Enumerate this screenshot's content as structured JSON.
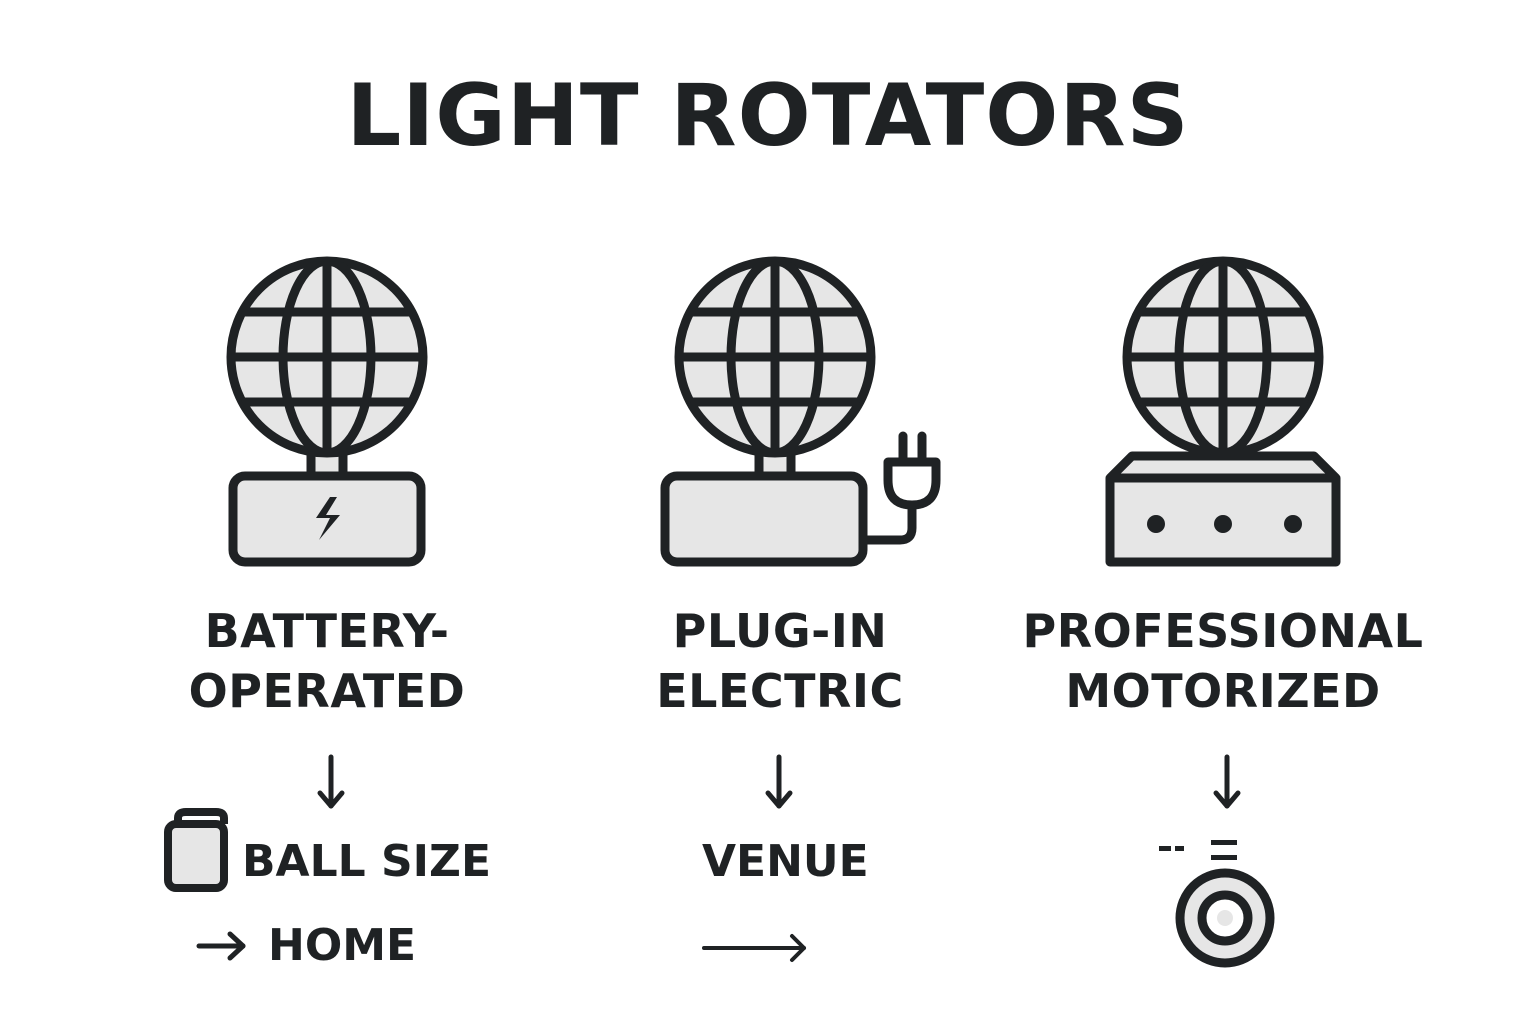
{
  "title": "LIGHT ROTATORS",
  "columns": [
    {
      "name": "battery-operated",
      "label_lines": [
        "BATTERY-",
        "OPERATED"
      ],
      "icon": "disco-ball-battery-base-icon",
      "items": [
        {
          "icon": "battery-icon",
          "text": "BALL SIZE"
        },
        {
          "icon": "arrow-right-icon",
          "text": "HOME"
        }
      ]
    },
    {
      "name": "plug-in-electric",
      "label_lines": [
        "PLUG-IN",
        "ELECTRIC"
      ],
      "icon": "disco-ball-plug-base-icon",
      "items": [
        {
          "icon": "",
          "text": "VENUE"
        },
        {
          "icon": "long-arrow-right-icon",
          "text": ""
        }
      ]
    },
    {
      "name": "professional-motorized",
      "label_lines": [
        "PROFESSIONAL",
        "MOTORIZED"
      ],
      "icon": "disco-ball-motor-base-icon",
      "items": [
        {
          "icon": "motor-wheel-icon",
          "text": ""
        }
      ]
    }
  ],
  "colors": {
    "ink": "#1f2224",
    "fill": "#e6e6e6",
    "background": "#ffffff"
  }
}
